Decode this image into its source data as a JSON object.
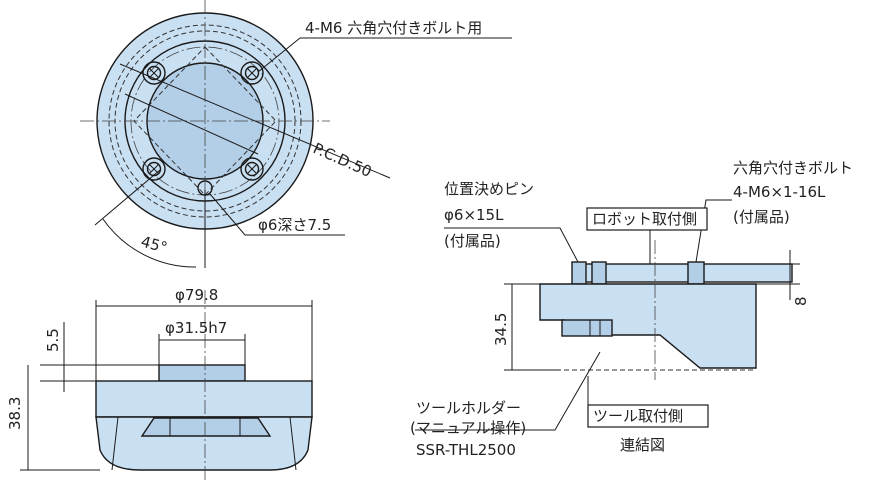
{
  "top_view": {
    "bolt_note": "4-M6 六角穴付きボルト用",
    "pcd": "P.C.D.50",
    "pin_hole": "φ6深さ7.5",
    "angle": "45°"
  },
  "front_view": {
    "outer_diameter": "φ79.8",
    "boss_diameter": "φ31.5h7",
    "boss_height": "5.5",
    "height": "38.3"
  },
  "assembly": {
    "pin_label_1": "位置決めピン",
    "pin_label_2": "φ6×15L",
    "pin_label_3": "(付属品)",
    "bolt_label_1": "六角穴付きボルト",
    "bolt_label_2": "4-M6×1-16L",
    "bolt_label_3": "(付属品)",
    "robot_side": "ロボット取付側",
    "tool_side": "ツール取付側",
    "dim_8": "8",
    "dim_34_5": "34.5",
    "holder_1": "ツールホルダー",
    "holder_2": "(マニュアル操作)",
    "holder_3": "SSR-THL2500",
    "caption": "連結図"
  }
}
